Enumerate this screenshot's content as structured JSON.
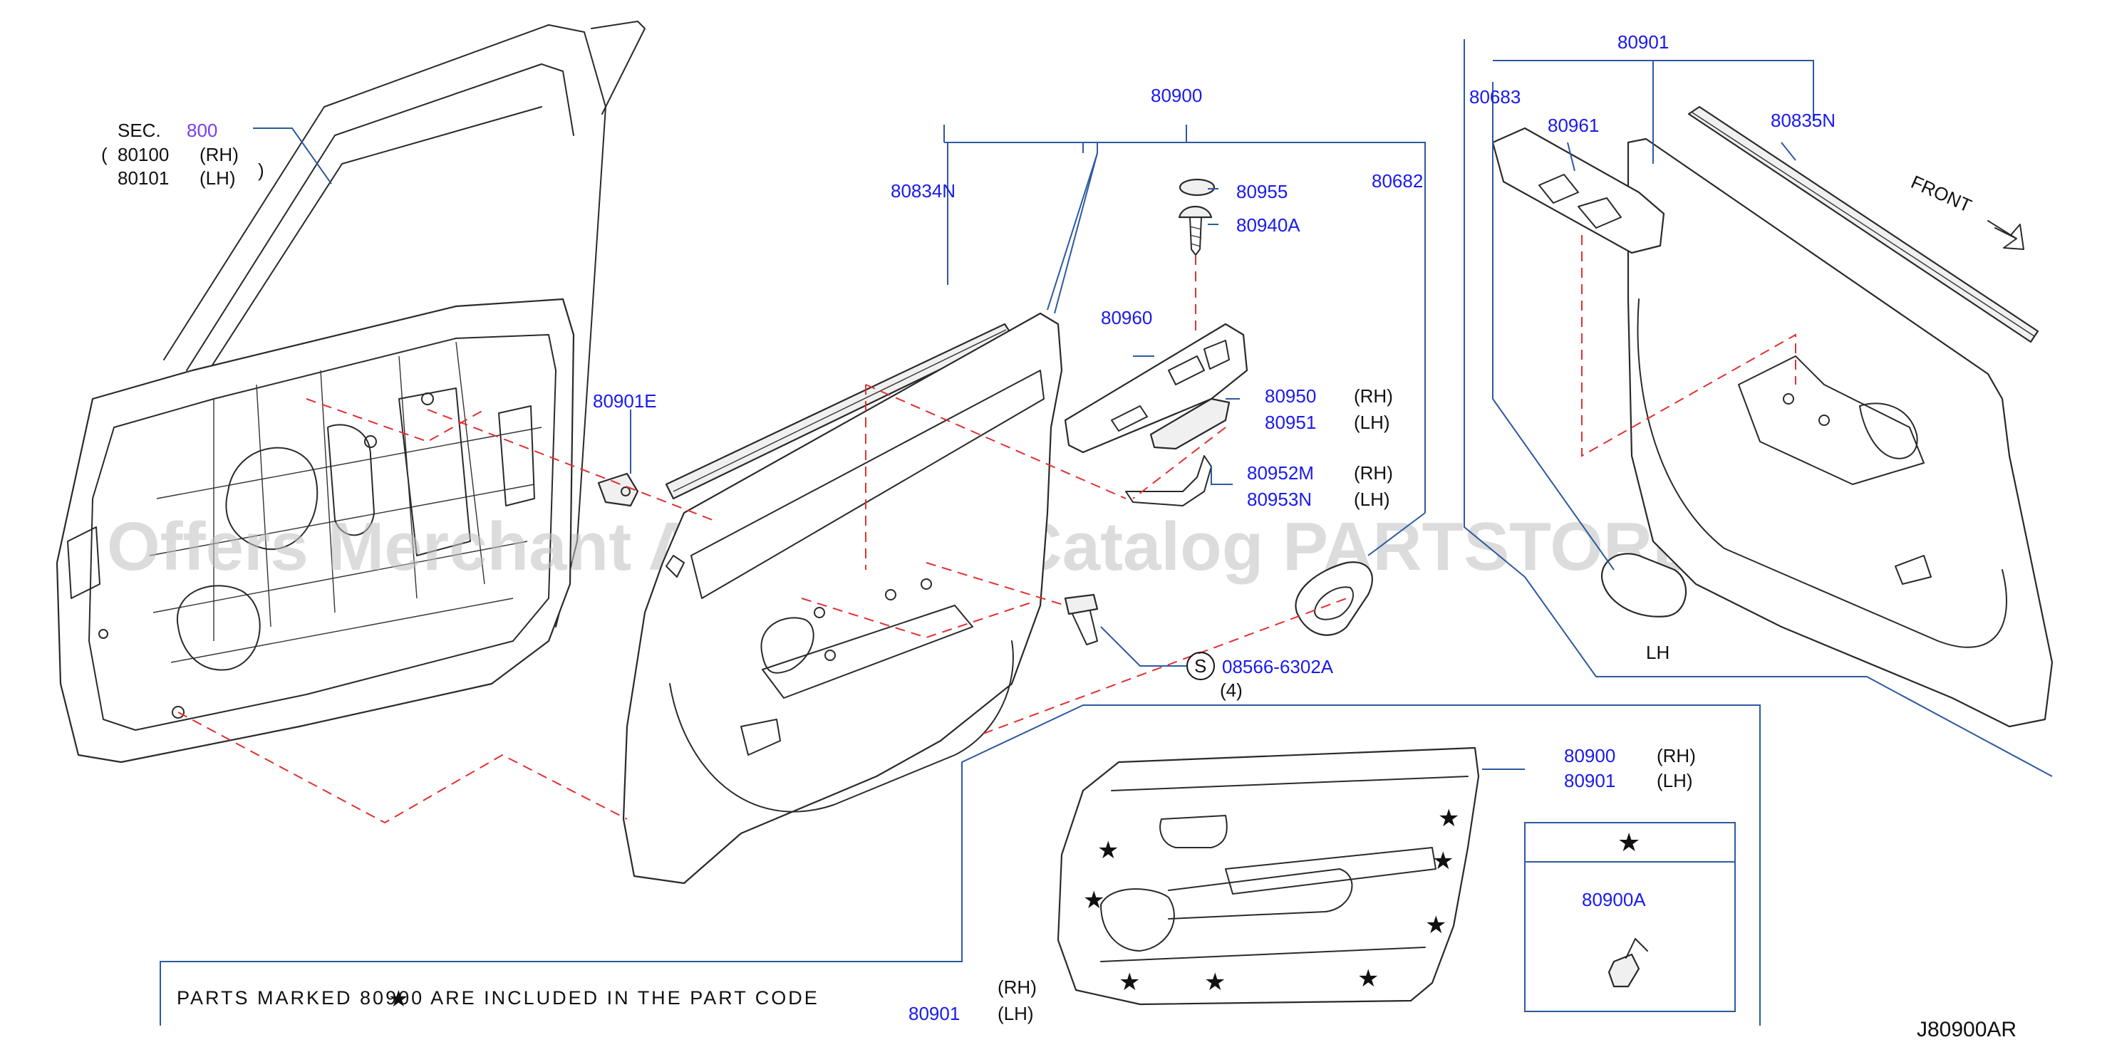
{
  "callouts": {
    "sec_prefix": "SEC.",
    "sec_number": "800",
    "door_rh": "80100",
    "door_lh": "80101",
    "rh": "(RH)",
    "lh": "(LH)",
    "finisher_assy": "80900",
    "seal_inner": "80834N",
    "clip_e": "80901E",
    "pull_handle_cap": "80955",
    "screw": "80940A",
    "finisher_lower": "80682",
    "switch_finisher": "80960",
    "pocket_rh": "80950",
    "pocket_lh": "80951",
    "bracket_rh": "80952M",
    "bracket_lh": "80953N",
    "screw_code": "08566-6302A",
    "screw_qty": "(4)",
    "screw_symbol": "S",
    "lh_assy": "80901",
    "lh_handle": "80683",
    "lh_switch": "80961",
    "lh_seal": "80835N",
    "front_label": "FRONT",
    "lh_caption": "LH",
    "inset_rh": "80900",
    "inset_lh": "80901",
    "clip_part": "80900A",
    "star_symbol": "★",
    "note_text": "PARTS  MARKED  80900  ARE  INCLUDED  IN  THE  PART  CODE",
    "note_rh_code": "",
    "note_lh_code": "80901",
    "diagram_code": "J80900AR"
  },
  "watermark": "Offers Merchant Auto Parts Catalog PARTSTORE.SA",
  "colors": {
    "callout_text": "#1a1aee",
    "sec_link": "#7a3df0",
    "leader_line": "#2c5aa0",
    "dashed_line": "#e23030",
    "outline": "#2a2a2a"
  }
}
